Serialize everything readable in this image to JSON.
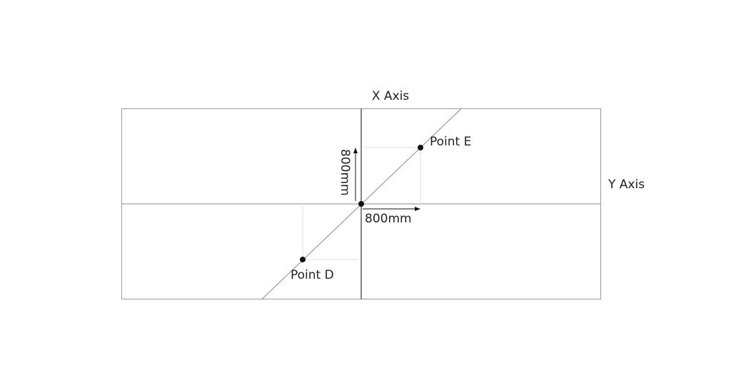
{
  "labels": {
    "x_axis": "X Axis",
    "y_axis": "Y Axis",
    "point_e": "Point E",
    "point_d": "Point D",
    "horizontal_dimension": "800mm",
    "vertical_dimension": "800mm"
  },
  "colors": {
    "frame": "#9a9a9a",
    "axis": "#777777",
    "diagonal": "#8a8a8a",
    "guide": "#dddddd",
    "points": "#111111",
    "text": "#222222"
  }
}
